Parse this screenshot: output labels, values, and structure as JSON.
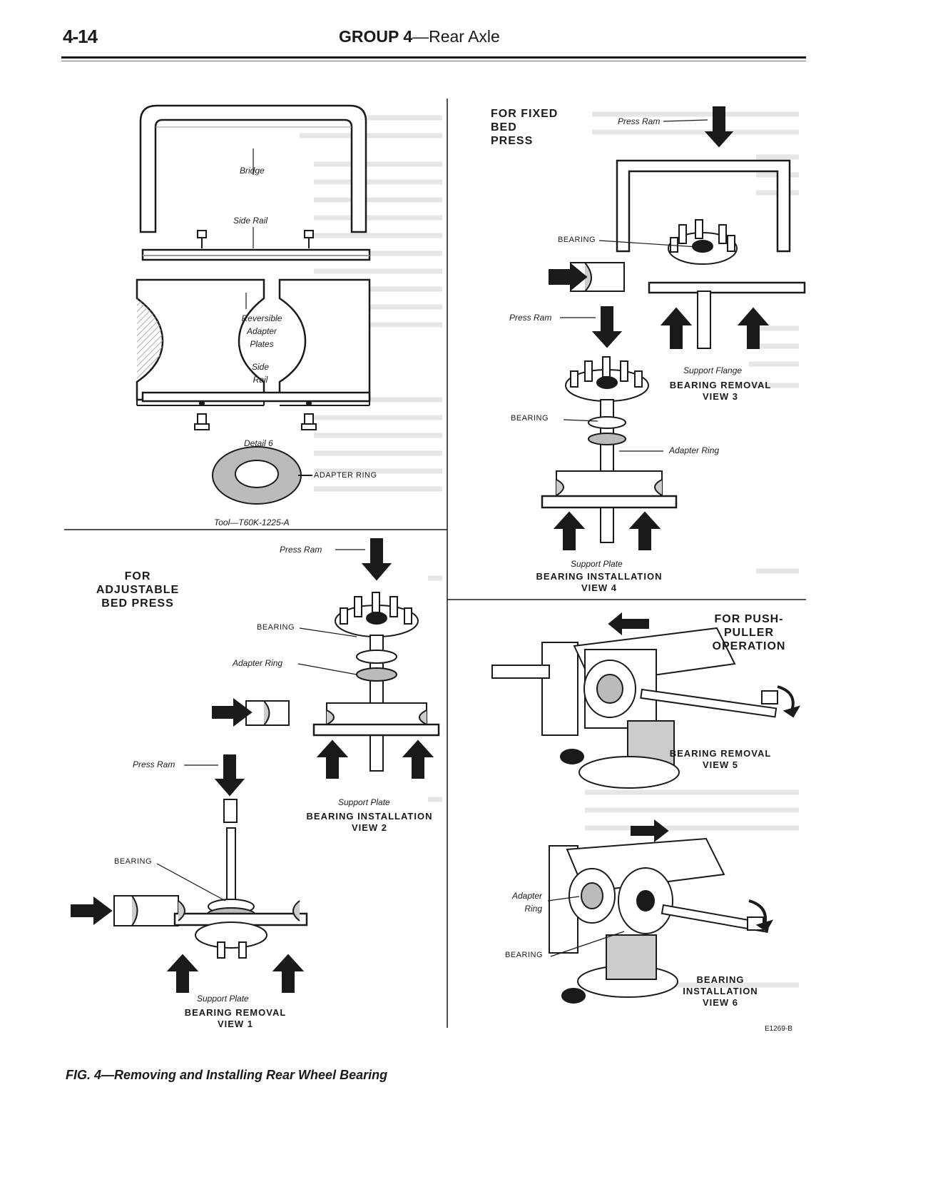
{
  "header": {
    "page_number": "4-14",
    "group_label": "GROUP 4",
    "section_title": "—Rear Axle"
  },
  "tool_detail": {
    "bridge": "Bridge",
    "side_rail_top": "Side Rail",
    "reversible_adapter_plates": "Reversible Adapter Plates",
    "side_rail_bottom": "Side Rail",
    "detail": "Detail 6",
    "adapter_ring": "ADAPTER RING",
    "tool_number": "Tool—T60K-1225-A"
  },
  "fixed_bed_press": {
    "heading": "FOR FIXED BED PRESS",
    "view3": {
      "press_ram": "Press Ram",
      "bearing": "BEARING",
      "support_flange": "Support Flange",
      "title": "BEARING REMOVAL",
      "view": "VIEW 3"
    },
    "view4": {
      "press_ram": "Press Ram",
      "bearing": "BEARING",
      "adapter_ring": "Adapter Ring",
      "support_plate": "Support Plate",
      "title": "BEARING INSTALLATION",
      "view": "VIEW 4"
    }
  },
  "adjustable_bed_press": {
    "heading": "FOR ADJUSTABLE BED PRESS",
    "view2": {
      "press_ram": "Press Ram",
      "bearing": "BEARING",
      "adapter_ring": "Adapter Ring",
      "support_plate": "Support Plate",
      "title": "BEARING INSTALLATION",
      "view": "VIEW 2"
    },
    "view1": {
      "press_ram": "Press Ram",
      "bearing": "BEARING",
      "support_plate": "Support Plate",
      "title": "BEARING REMOVAL",
      "view": "VIEW 1"
    }
  },
  "push_puller": {
    "heading": "FOR PUSH-PULLER OPERATION",
    "view5": {
      "title": "BEARING REMOVAL",
      "view": "VIEW 5"
    },
    "view6": {
      "adapter_ring": "Adapter Ring",
      "bearing": "BEARING",
      "title": "BEARING INSTALLATION",
      "view": "VIEW 6"
    }
  },
  "figure_code": "E1269-B",
  "caption": "FIG. 4—Removing and Installing Rear Wheel Bearing",
  "colors": {
    "ink": "#1a1a1a",
    "shade": "#9a9a9a",
    "light": "#d8d8d8",
    "paper": "#ffffff"
  }
}
